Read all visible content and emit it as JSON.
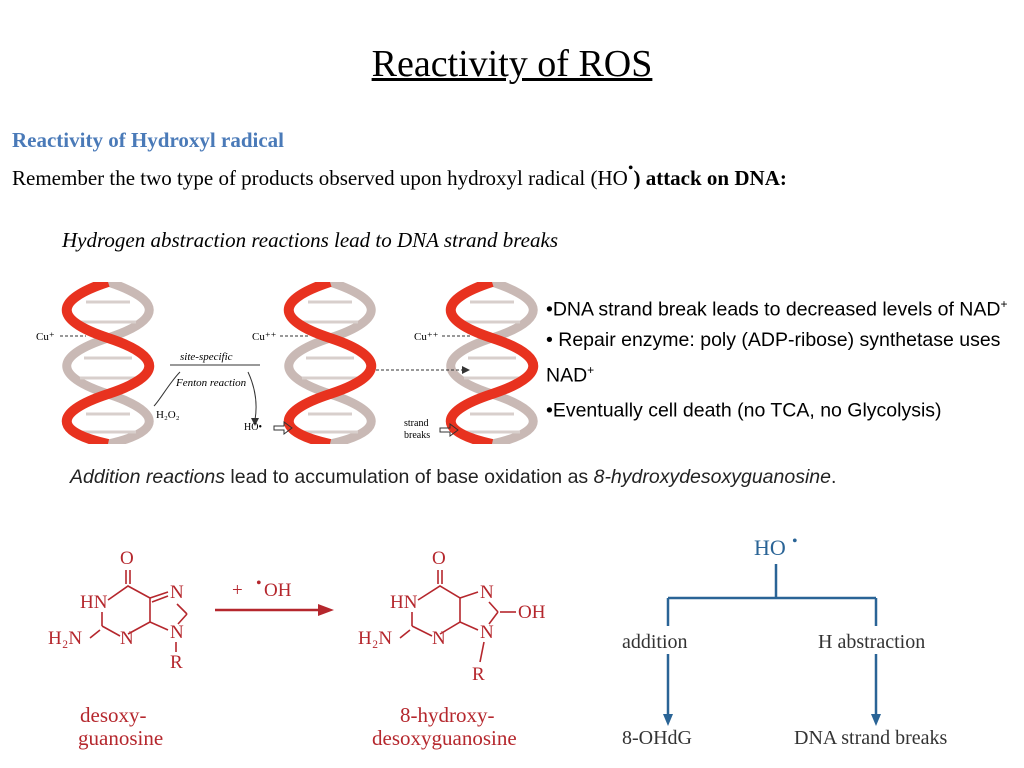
{
  "slide": {
    "title": "Reactivity of ROS",
    "subtitle": "Reactivity of Hydroxyl radical",
    "intro_text": "Remember the two type of products observed upon hydroxyl radical (HO",
    "intro_radical_dot": "•",
    "intro_bold": ") attack on DNA:",
    "italic_heading": "Hydrogen abstraction reactions lead to DNA strand breaks"
  },
  "dna_figure": {
    "cu_plus": "Cu⁺",
    "cu_plus_plus_1": "Cu⁺⁺",
    "cu_plus_plus_2": "Cu⁺⁺",
    "site_specific": "site-specific",
    "fenton_reaction": "Fenton reaction",
    "h2o2": "H₂O₂",
    "ho_radical": "HO•",
    "strand_breaks_line1": "strand",
    "strand_breaks_line2": "breaks"
  },
  "bullets": [
    {
      "text": "•DNA strand break leads to decreased levels of NAD",
      "sup": "+"
    },
    {
      "text": "• Repair enzyme: poly (ADP-ribose) synthetase uses NAD",
      "sup": "+"
    },
    {
      "text": "•Eventually cell death (no TCA, no Glycolysis)",
      "sup": ""
    }
  ],
  "addition_line": {
    "italic": "Addition reactions",
    "middle": " lead to accumulation of base oxidation as ",
    "italic_end": "8-hydroxydesoxyguanosine",
    "end": "."
  },
  "reaction": {
    "reagent_plus": "+",
    "reagent_dot": "•",
    "reagent_oh": "OH",
    "reactant_label_line1": "desoxy-",
    "reactant_label_line2": "guanosine",
    "product_label_line1": "8-hydroxy-",
    "product_label_line2": "desoxyguanosine",
    "atom_O": "O",
    "atom_HN": "HN",
    "atom_N": "N",
    "atom_R": "R",
    "atom_H2N": "H₂N",
    "atom_OH": "OH"
  },
  "tree": {
    "root": "HO",
    "root_dot": "•",
    "left_branch": "addition",
    "right_branch": "H abstraction",
    "left_result": "8-OHdG",
    "right_result": "DNA strand breaks"
  },
  "colors": {
    "subtitle_blue": "#4a7ab8",
    "chem_red": "#b5272d",
    "tree_blue": "#2a6496",
    "dna_red": "#e8321f",
    "dna_grey": "#c9b9b5"
  }
}
